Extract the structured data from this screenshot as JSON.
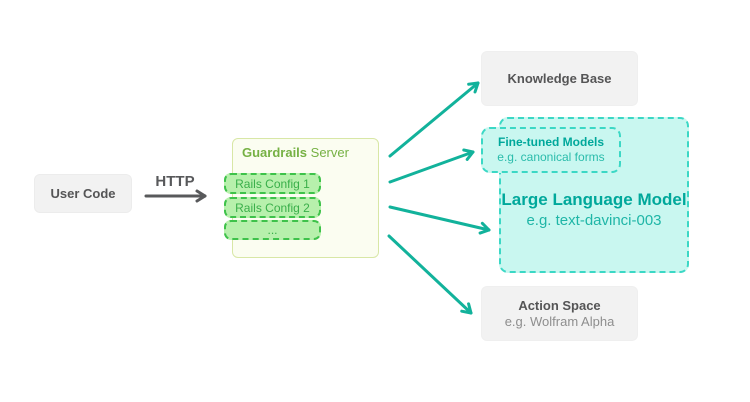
{
  "nodes": {
    "user_code": {
      "label": "User Code"
    },
    "http_arrow": {
      "label": "HTTP"
    },
    "guardrails_server": {
      "title_bold": "Guardrails",
      "title_regular": "Server",
      "rails_configs": [
        "Rails Config 1",
        "Rails Config 2",
        "..."
      ]
    },
    "knowledge_base": {
      "title": "Knowledge Base"
    },
    "fine_tuned_models": {
      "title": "Fine-tuned Models",
      "subtitle": "e.g. canonical forms"
    },
    "large_language_model": {
      "title": "Large Language Model",
      "subtitle": "e.g. text-davinci-003"
    },
    "action_space": {
      "title": "Action Space",
      "subtitle": "e.g. Wolfram Alpha"
    }
  },
  "colors": {
    "teal_arrow": "#12b29b",
    "teal_text_bold": "#00a89b",
    "teal_text_light": "#1fb6a7",
    "teal_fill": "#c9f7f0",
    "teal_border": "#3bd8c5",
    "green_text": "#3aaf4a",
    "green_fill": "#b7f0ac",
    "green_border": "#3ec24a",
    "server_title_green": "#76b144",
    "server_fill": "#fbfdf1",
    "server_border": "#d8e7a6",
    "gray_fill": "#f2f2f2",
    "gray_text": "#555556",
    "gray_subtext": "#8e8e8e",
    "http_gray": "#58595b"
  }
}
